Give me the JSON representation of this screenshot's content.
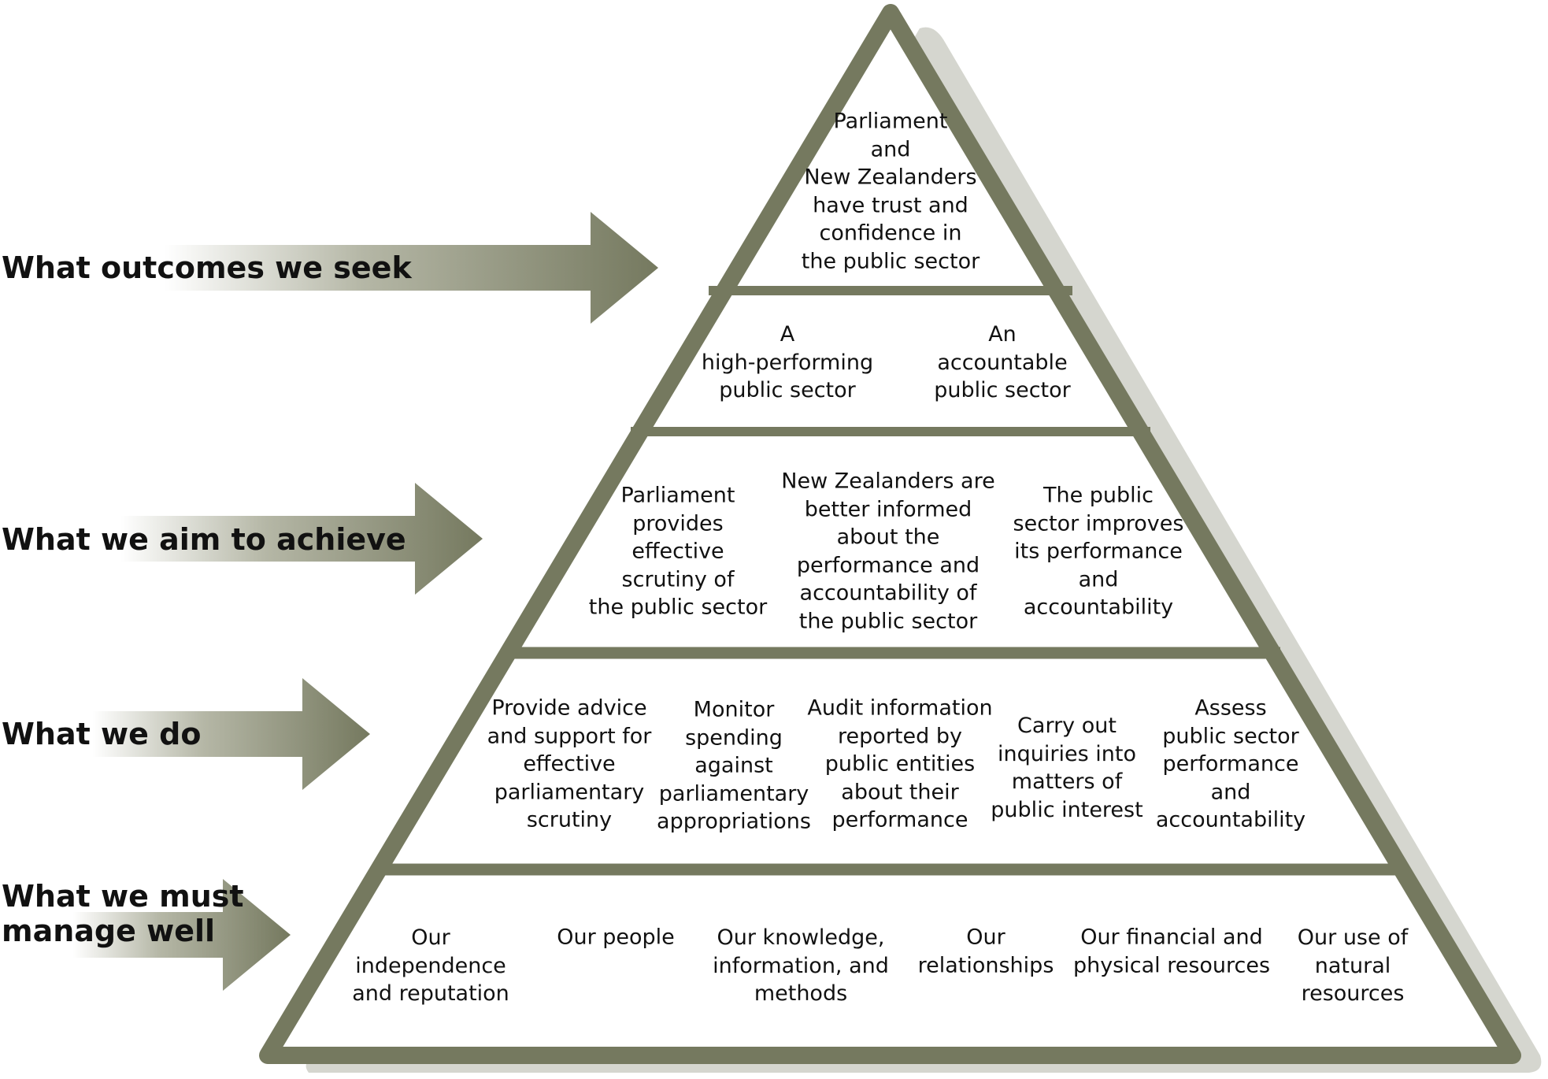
{
  "colors": {
    "frame": "#75795f",
    "shadow": "#d5d6cf",
    "text": "#111111"
  },
  "arrows": [
    {
      "id": "outcomes",
      "label_lines": [
        "What outcomes we seek"
      ]
    },
    {
      "id": "aims",
      "label_lines": [
        "What we aim to achieve"
      ]
    },
    {
      "id": "do",
      "label_lines": [
        "What we do"
      ]
    },
    {
      "id": "manage",
      "label_lines": [
        "What we must",
        "manage well"
      ]
    }
  ],
  "tiers": [
    {
      "id": "apex",
      "cells": [
        {
          "lines": [
            "Parliament",
            "and",
            "New Zealanders",
            "have trust and",
            "confidence in",
            "the public sector"
          ]
        }
      ]
    },
    {
      "id": "sector",
      "cells": [
        {
          "lines": [
            "A",
            "high-performing",
            "public sector"
          ]
        },
        {
          "lines": [
            "An",
            "accountable",
            "public sector"
          ]
        }
      ]
    },
    {
      "id": "aims",
      "cells": [
        {
          "lines": [
            "Parliament",
            "provides",
            "effective",
            "scrutiny of",
            "the public sector"
          ]
        },
        {
          "lines": [
            "New Zealanders are",
            "better informed",
            "about the",
            "performance and",
            "accountability of",
            "the public sector"
          ]
        },
        {
          "lines": [
            "The public",
            "sector improves",
            "its performance",
            "and",
            "accountability"
          ]
        }
      ]
    },
    {
      "id": "do",
      "cells": [
        {
          "lines": [
            "Provide advice",
            "and support for",
            "effective",
            "parliamentary",
            "scrutiny"
          ]
        },
        {
          "lines": [
            "Monitor",
            "spending",
            "against",
            "parliamentary",
            "appropriations"
          ]
        },
        {
          "lines": [
            "Audit information",
            "reported by",
            "public entities",
            "about their",
            "performance"
          ]
        },
        {
          "lines": [
            "Carry out",
            "inquiries into",
            "matters of",
            "public interest"
          ]
        },
        {
          "lines": [
            "Assess",
            "public sector",
            "performance",
            "and",
            "accountability"
          ]
        }
      ]
    },
    {
      "id": "manage",
      "cells": [
        {
          "lines": [
            "Our",
            "independence",
            "and reputation"
          ]
        },
        {
          "lines": [
            "Our people"
          ]
        },
        {
          "lines": [
            "Our knowledge,",
            "information, and",
            "methods"
          ]
        },
        {
          "lines": [
            "Our",
            "relationships"
          ]
        },
        {
          "lines": [
            "Our financial and",
            "physical resources"
          ]
        },
        {
          "lines": [
            "Our use of",
            "natural",
            "resources"
          ]
        }
      ]
    }
  ]
}
